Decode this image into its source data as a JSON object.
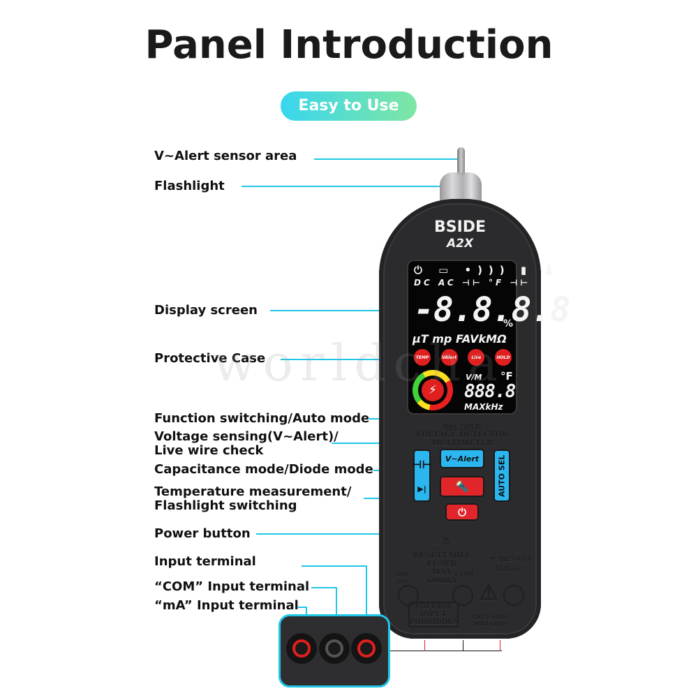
{
  "header": {
    "title": "Panel Introduction",
    "badge": "Easy to Use"
  },
  "labels": {
    "sensor": "V~Alert sensor area",
    "flashlight": "Flashlight",
    "display": "Display screen",
    "case": "Protective Case",
    "function": "Function switching/Auto mode",
    "voltage_line1": "Voltage sensing(V~Alert)/",
    "voltage_line2": "Live wire check",
    "capacitance": "Capacitance mode/Diode mode",
    "temp_line1": "Temperature  measurement/",
    "temp_line2": "Flashlight switching",
    "power": "Power button",
    "input": "Input terminal",
    "com": "“COM”  Input terminal",
    "ma": "“mA”  Input terminal"
  },
  "device": {
    "brand": "BSIDE",
    "model": "A2X",
    "screen": {
      "icons_row1": "⏻ ▭ •))) ▮ 🌡",
      "icons_row2": "DC AC ⊣⊢ °F ⊣⊢",
      "main_digits": "-8.8.8.8",
      "percent": "%",
      "units": "µT mp FAVkMΩ",
      "indicator_buttons": [
        "TEMP",
        "VAlert",
        "Live",
        "HOLD"
      ],
      "gauge_icon": "⚡",
      "vm_label": "V/M",
      "degree": "°F",
      "secondary_digits": "888.8",
      "secondary_units": "MAXkHz"
    },
    "panel_text": {
      "chinese": "电压力用表",
      "line1": "VOLTAGE DETECTOR",
      "line2": "MULTIMETER",
      "fuse_line1": "RESETTABLE",
      "fuse_line2": "FUSED",
      "fuse_line3": "MAX",
      "fuse_line4": "600mA",
      "ma_label": "600 mA",
      "com_label": "COM",
      "right_icons": "⊣⊢Hz%•)))",
      "right_icons2": "VΩLive",
      "forbidden1": "VOLTAGE",
      "forbidden2": "INPUT",
      "forbidden3": "FORBIDDEN",
      "cat_line1": "CAT II 600V",
      "cat_line2": "MAX 600V"
    },
    "buttons": {
      "cap_icon": "⊣⊢",
      "diode_icon": "▶|",
      "valert": "V~Alert",
      "flash_temp_icon": "🔦",
      "power_icon": "⏻",
      "auto_sel": "AUTO SEL"
    }
  },
  "watermark": "worldcha",
  "colors": {
    "accent_line": "#1fc7e6",
    "badge_gradient_start": "#37d6ee",
    "badge_gradient_end": "#7fe6a3",
    "device_body": "#2b2b2d",
    "button_blue": "#2bb6f0",
    "button_red": "#e0262a"
  }
}
